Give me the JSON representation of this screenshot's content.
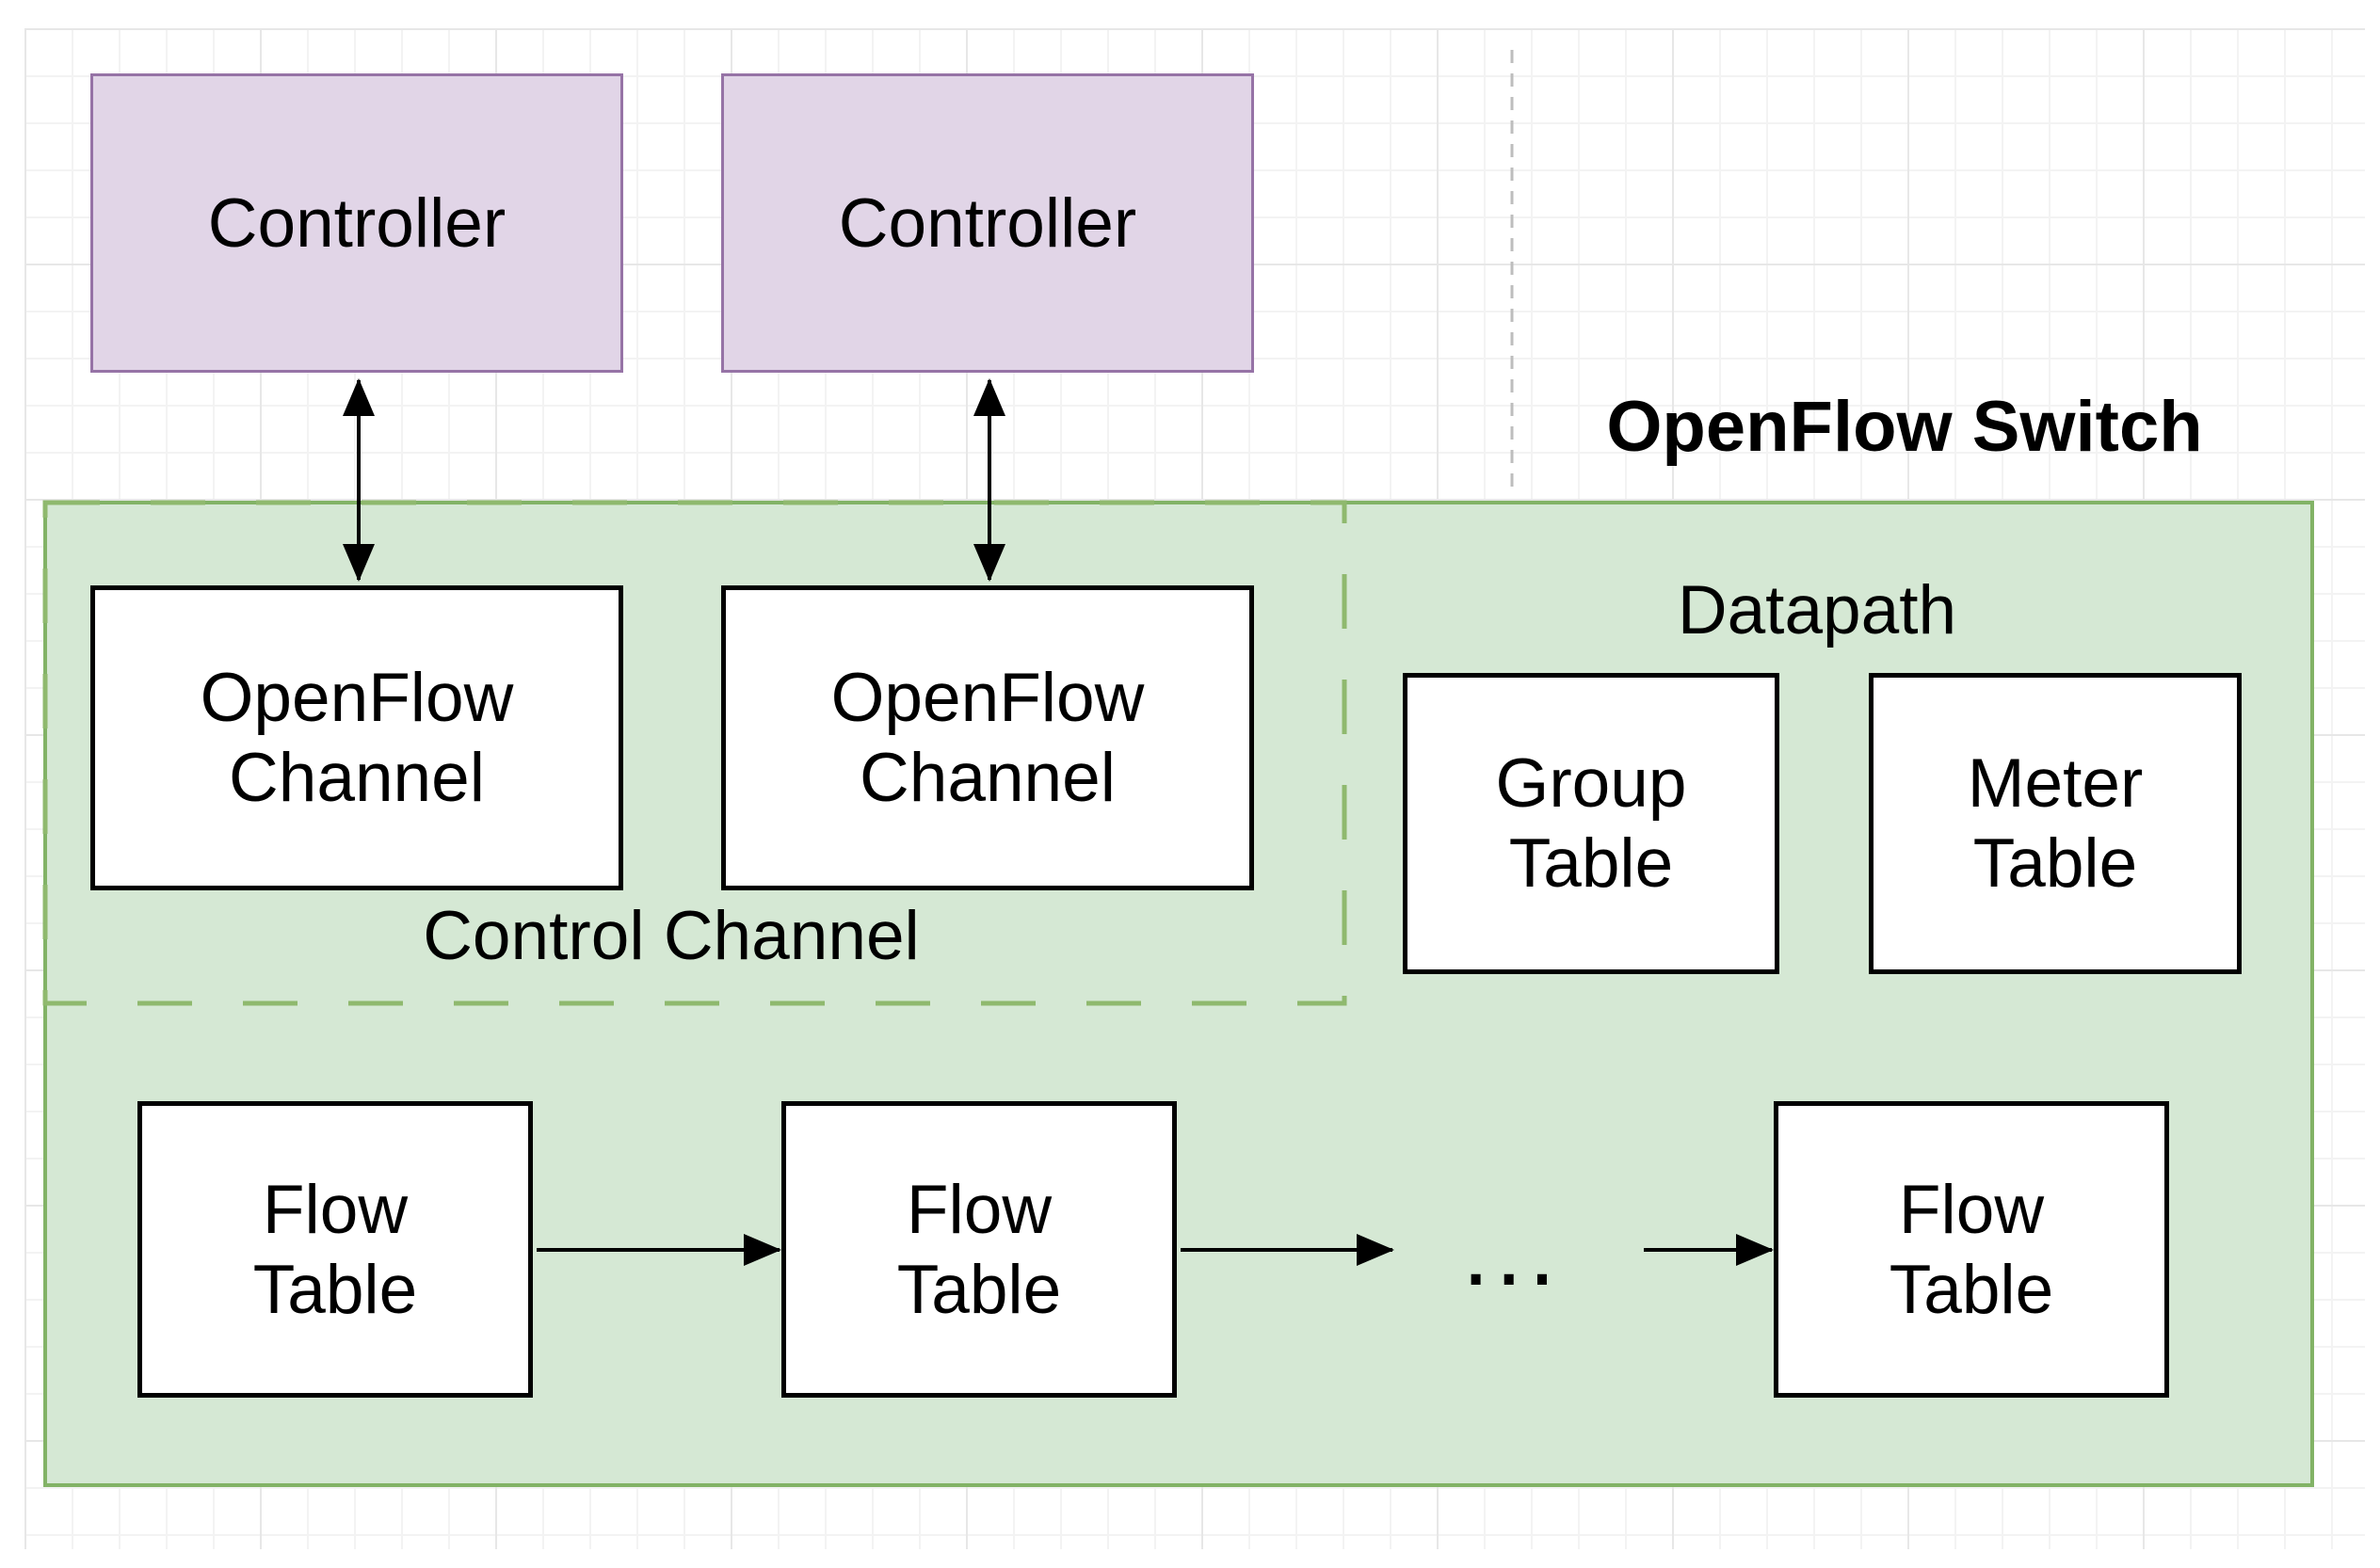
{
  "diagram": {
    "title": "OpenFlow Switch",
    "controllers": [
      {
        "label": "Controller"
      },
      {
        "label": "Controller"
      }
    ],
    "openflow_channels": [
      {
        "label": "OpenFlow\nChannel"
      },
      {
        "label": "OpenFlow\nChannel"
      }
    ],
    "control_channel_label": "Control Channel",
    "datapath_label": "Datapath",
    "group_table_label": "Group\nTable",
    "meter_table_label": "Meter\nTable",
    "flow_tables": [
      {
        "label": "Flow\nTable"
      },
      {
        "label": "Flow\nTable"
      },
      {
        "label": "Flow\nTable"
      }
    ],
    "ellipsis": "...",
    "colors": {
      "controller_fill": "#E1D5E7",
      "controller_border": "#9673A6",
      "switch_fill": "#D5E8D4",
      "switch_border": "#82B366",
      "dashed_region_stroke": "#8FB96E",
      "node_fill": "#FFFFFF",
      "node_border": "#000000",
      "arrow_color": "#000000",
      "dotted_guide": "#BDBDBD",
      "text_color": "#000000"
    }
  }
}
